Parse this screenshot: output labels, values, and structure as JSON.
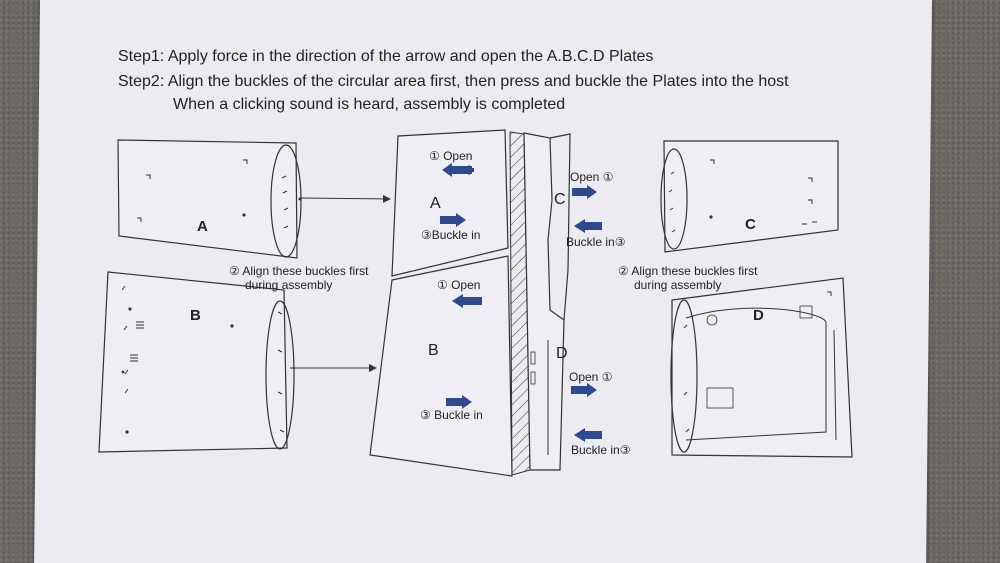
{
  "instructions": {
    "step1": "Step1: Apply force in the direction of the arrow and open the A.B.C.D Plates",
    "step2": "Step2: Align the buckles of the circular area first, then press and buckle the Plates into the host",
    "step2_cont": "When a clicking sound is heard, assembly is completed"
  },
  "plates": {
    "a": "A",
    "b": "B",
    "c": "C",
    "d": "D"
  },
  "labels": {
    "open_a": "① Open",
    "buckle_a": "③Buckle in",
    "open_b": "① Open",
    "buckle_b": "③ Buckle in",
    "open_c": "Open ①",
    "buckle_c": "Buckle in③",
    "open_d": "Open ①",
    "buckle_d": "Buckle in③",
    "align_left_1": "② Align these buckles first",
    "align_left_2": "during assembly",
    "align_right_1": "② Align these buckles first",
    "align_right_2": "during assembly"
  },
  "colors": {
    "arrow": "#2e4a8c",
    "line": "#333333",
    "paper": "#ecebf2"
  }
}
